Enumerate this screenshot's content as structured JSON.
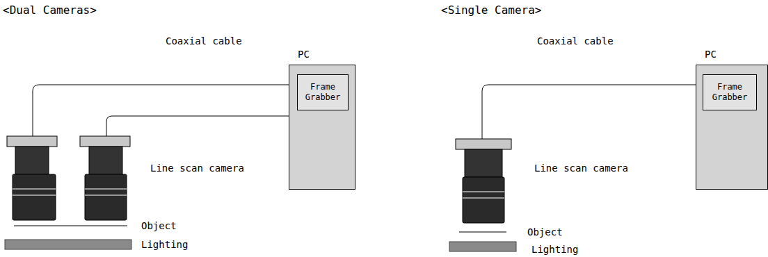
{
  "diagram": {
    "nodes": [
      {
        "text": [
          "PC"
        ]
      },
      {
        "text": [
          "Frame Grabber"
        ],
        "in": 0
      },
      {
        "text": [
          "PC"
        ]
      },
      {
        "text": [
          "Frame Grabber"
        ],
        "in": 2
      }
    ],
    "labels": [
      "<Dual Cameras>",
      "Coaxial cable",
      "Line scan camera",
      "Object",
      "Lighting",
      "<Single Camera>",
      "Coaxial cable",
      "Line scan camera",
      "Object",
      "Lighting"
    ]
  }
}
